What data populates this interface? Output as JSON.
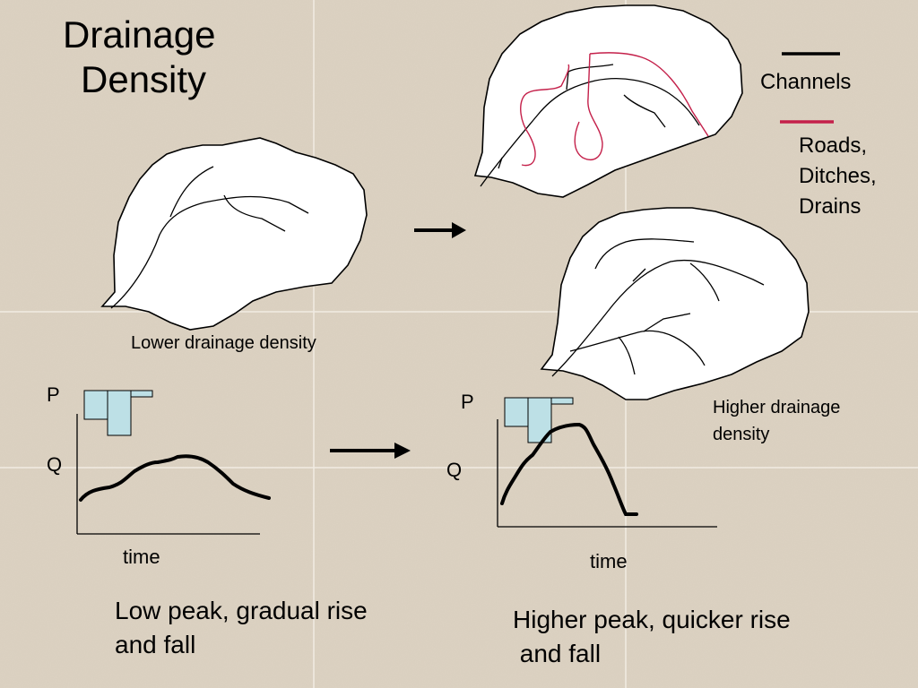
{
  "title": {
    "line1": "Drainage",
    "line2": "Density"
  },
  "legend": {
    "channels_label": "Channels",
    "roads_line1": "Roads,",
    "roads_line2": "Ditches,",
    "roads_line3": "Drains",
    "channel_color": "#000000",
    "road_color": "#c4204a"
  },
  "captions": {
    "lower": "Lower drainage density",
    "higher_line1": "Higher drainage",
    "higher_line2": "density"
  },
  "hydrograph_left": {
    "p_label": "P",
    "q_label": "Q",
    "time_label": "time"
  },
  "hydrograph_right": {
    "p_label": "P",
    "q_label": "Q",
    "time_label": "time"
  },
  "descriptions": {
    "left_line1": "Low peak, gradual rise",
    "left_line2": "and fall",
    "right_line1": "Higher peak, quicker rise",
    "right_line2": " and fall"
  },
  "colors": {
    "background": "#ddd3c3",
    "rainfall_bar": "#bde0e6",
    "grid": "#f1ece3"
  },
  "icons": {
    "arrow": "arrow-right-icon"
  }
}
